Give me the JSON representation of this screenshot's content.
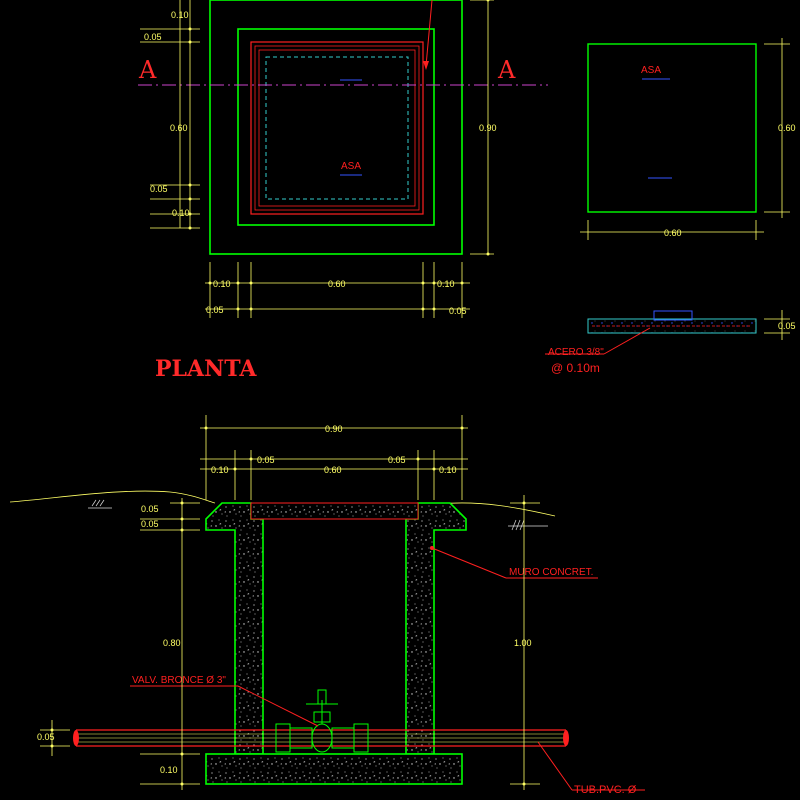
{
  "plan": {
    "title": "PLANTA",
    "section_marker_left": "A",
    "section_marker_right": "A",
    "handle_label": "ASA",
    "dims": {
      "top_010": "0.10",
      "top_005": "0.05",
      "left_060": "0.60",
      "left_005": "0.05",
      "left_010": "0.10",
      "right_090": "0.90",
      "bottom_010_left": "0.10",
      "bottom_060": "0.60",
      "bottom_010_right": "0.10",
      "bottom_005_left": "0.05",
      "bottom_005_right": "0.05"
    }
  },
  "lid": {
    "handle_label": "ASA",
    "dim_height": "0.60",
    "dim_width": "0.60",
    "dim_thickness": "0.05",
    "rebar_label_line1": "ACERO 3/8\"",
    "rebar_label_line2": "@ 0.10m"
  },
  "section": {
    "dims": {
      "top_090": "0.90",
      "top_010_left": "0.10",
      "top_005_left": "0.05",
      "top_060": "0.60",
      "top_005_right": "0.05",
      "top_010_right": "0.10",
      "left_005_a": "0.05",
      "left_005_b": "0.05",
      "left_080": "0.80",
      "left_pipe": "0.05",
      "left_010": "0.10",
      "right_100": "1.00"
    },
    "labels": {
      "wall": "MURO CONCRET.",
      "valve": "VALV. BRONCE Ø 3\"",
      "pipe": "TUB.PVC. Ø"
    }
  },
  "colors": {
    "green": "#00ff00",
    "red": "#ff2020",
    "yellow": "#ffff66",
    "cyan": "#33cccc",
    "magenta": "#cc44cc",
    "white": "#ffffff",
    "blue": "#3355ff"
  }
}
